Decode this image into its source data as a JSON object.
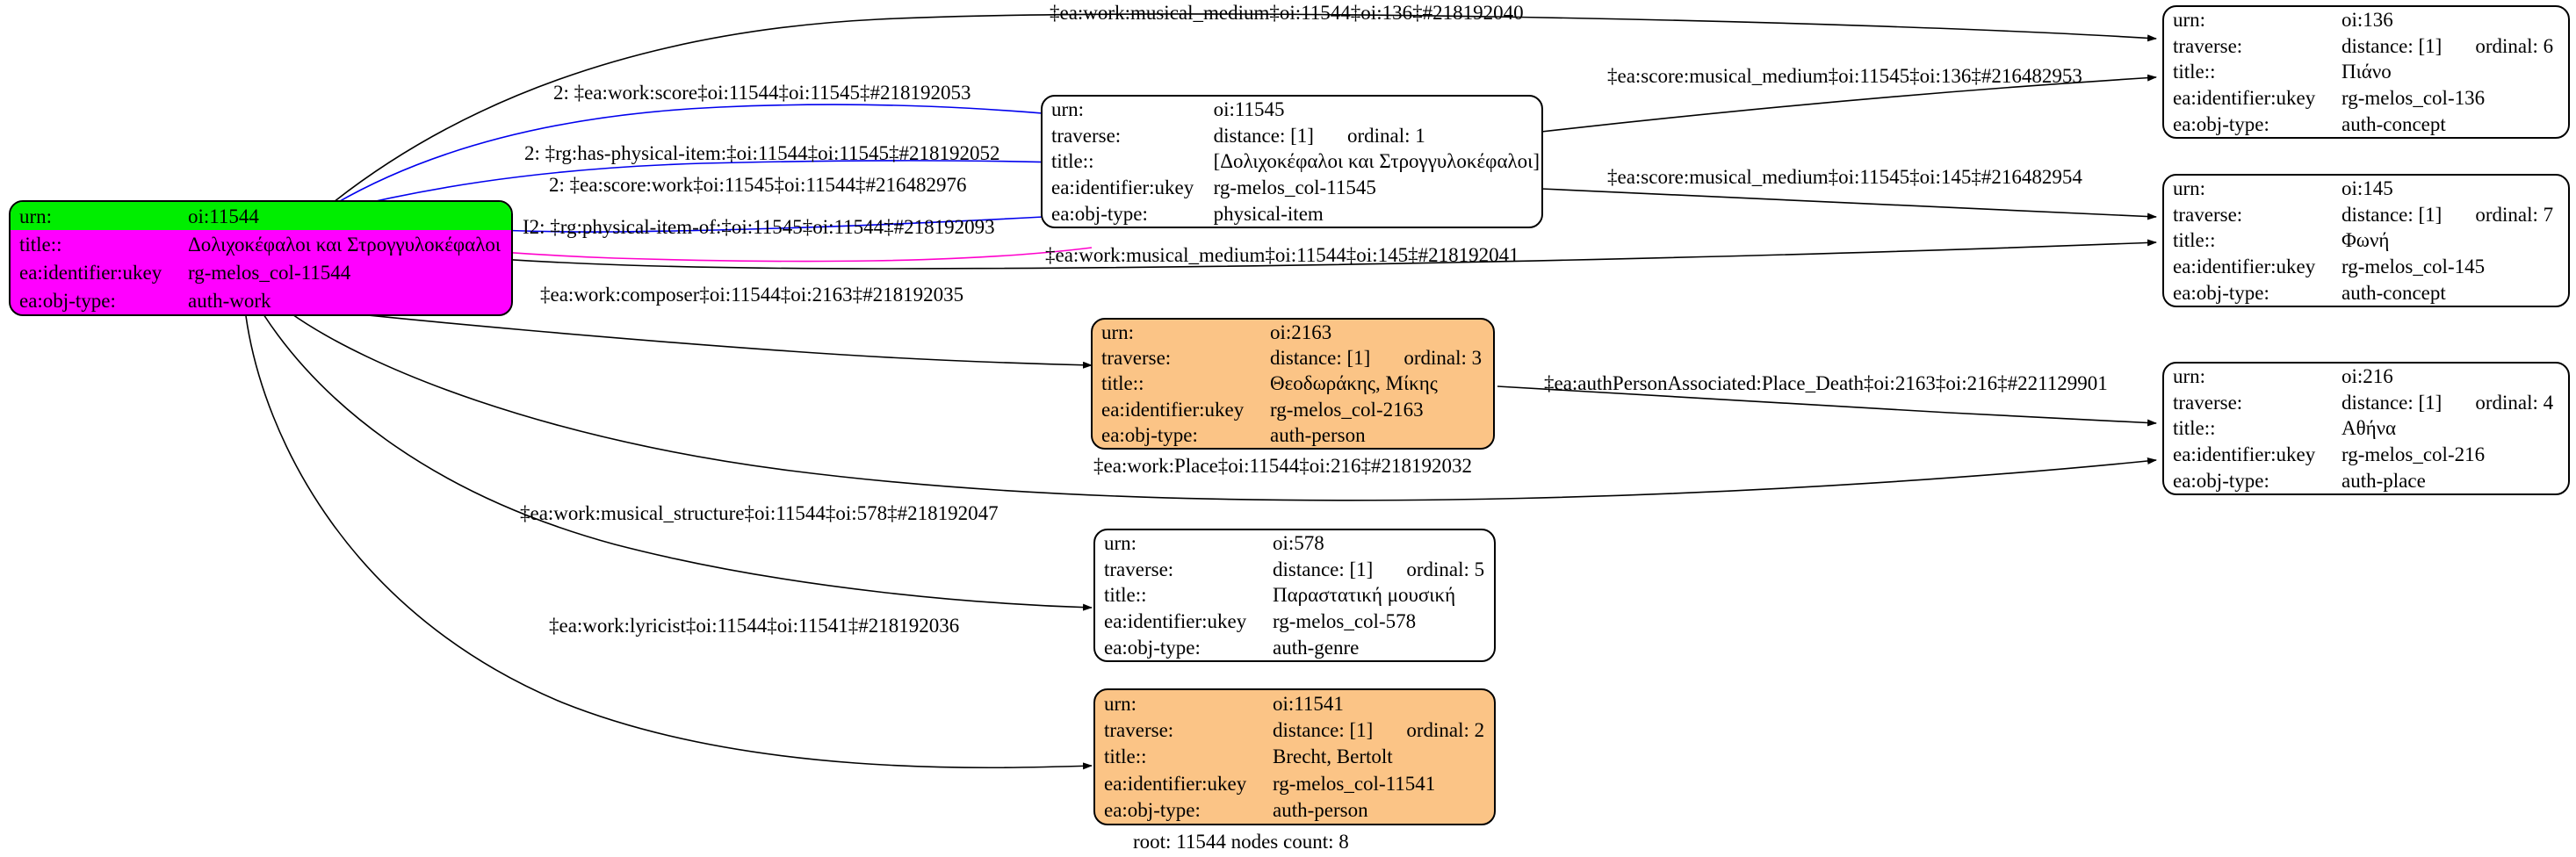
{
  "graph": {
    "caption": "root: 11544 nodes count: 8",
    "field_labels": {
      "urn": "urn:",
      "traverse": "traverse:",
      "title": "title::",
      "ukey": "ea:identifier:ukey",
      "objtype": "ea:obj-type:"
    },
    "colors": {
      "root_fill": "#ff00ff",
      "root_highlight": "#00ee00",
      "person_fill": "#fbc486",
      "plain_fill": "#ffffff",
      "edge_black": "#000000",
      "edge_blue": "#0000ee",
      "edge_magenta": "#ff00cc"
    },
    "nodes": [
      {
        "id": "oi11544",
        "urn": "oi:11544",
        "traverse": "",
        "title": "Δολιχοκέφαλοι και Στρογγυλοκέφαλοι",
        "ukey": "rg-melos_col-11544",
        "objtype": "auth-work",
        "fill": "magenta",
        "highlight_urn": true
      },
      {
        "id": "oi11545",
        "urn": "oi:11545",
        "traverse_distance": "distance: [1]",
        "traverse_ordinal": "ordinal: 1",
        "title": "[Δολιχοκέφαλοι και Στρογγυλοκέφαλοι]",
        "ukey": "rg-melos_col-11545",
        "objtype": "physical-item",
        "fill": "white"
      },
      {
        "id": "oi136",
        "urn": "oi:136",
        "traverse_distance": "distance: [1]",
        "traverse_ordinal": "ordinal: 6",
        "title": "Πιάνο",
        "ukey": "rg-melos_col-136",
        "objtype": "auth-concept",
        "fill": "white"
      },
      {
        "id": "oi145",
        "urn": "oi:145",
        "traverse_distance": "distance: [1]",
        "traverse_ordinal": "ordinal: 7",
        "title": "Φωνή",
        "ukey": "rg-melos_col-145",
        "objtype": "auth-concept",
        "fill": "white"
      },
      {
        "id": "oi2163",
        "urn": "oi:2163",
        "traverse_distance": "distance: [1]",
        "traverse_ordinal": "ordinal: 3",
        "title": "Θεοδωράκης, Μίκης",
        "ukey": "rg-melos_col-2163",
        "objtype": "auth-person",
        "fill": "orange"
      },
      {
        "id": "oi216",
        "urn": "oi:216",
        "traverse_distance": "distance: [1]",
        "traverse_ordinal": "ordinal: 4",
        "title": "Αθήνα",
        "ukey": "rg-melos_col-216",
        "objtype": "auth-place",
        "fill": "white"
      },
      {
        "id": "oi578",
        "urn": "oi:578",
        "traverse_distance": "distance: [1]",
        "traverse_ordinal": "ordinal: 5",
        "title": "Παραστατική μουσική",
        "ukey": "rg-melos_col-578",
        "objtype": "auth-genre",
        "fill": "white"
      },
      {
        "id": "oi11541",
        "urn": "oi:11541",
        "traverse_distance": "distance: [1]",
        "traverse_ordinal": "ordinal: 2",
        "title": "Brecht, Bertolt",
        "ukey": "rg-melos_col-11541",
        "objtype": "auth-person",
        "fill": "orange"
      }
    ],
    "edges": [
      {
        "id": "e1",
        "label": "‡ea:work:musical_medium‡oi:11544‡oi:136‡#218192040",
        "color": "black"
      },
      {
        "id": "e2",
        "label": "2: ‡ea:work:score‡oi:11544‡oi:11545‡#218192053",
        "color": "blue"
      },
      {
        "id": "e3",
        "label": "2: ‡rg:has-physical-item:‡oi:11544‡oi:11545‡#218192052",
        "color": "blue"
      },
      {
        "id": "e4",
        "label": "2: ‡ea:score:work‡oi:11545‡oi:11544‡#216482976",
        "color": "blue"
      },
      {
        "id": "e5",
        "label": "I2: ‡rg:physical-item-of:‡oi:11545‡oi:11544‡#218192093",
        "color": "magenta"
      },
      {
        "id": "e6",
        "label": "‡ea:score:musical_medium‡oi:11545‡oi:136‡#216482953",
        "color": "black"
      },
      {
        "id": "e7",
        "label": "‡ea:score:musical_medium‡oi:11545‡oi:145‡#216482954",
        "color": "black"
      },
      {
        "id": "e8",
        "label": "‡ea:work:musical_medium‡oi:11544‡oi:145‡#218192041",
        "color": "black"
      },
      {
        "id": "e9",
        "label": "‡ea:work:composer‡oi:11544‡oi:2163‡#218192035",
        "color": "black"
      },
      {
        "id": "e10",
        "label": "‡ea:authPersonAssociated:Place_Death‡oi:2163‡oi:216‡#221129901",
        "color": "black"
      },
      {
        "id": "e11",
        "label": "‡ea:work:Place‡oi:11544‡oi:216‡#218192032",
        "color": "black"
      },
      {
        "id": "e12",
        "label": "‡ea:work:musical_structure‡oi:11544‡oi:578‡#218192047",
        "color": "black"
      },
      {
        "id": "e13",
        "label": "‡ea:work:lyricist‡oi:11544‡oi:11541‡#218192036",
        "color": "black"
      }
    ]
  }
}
